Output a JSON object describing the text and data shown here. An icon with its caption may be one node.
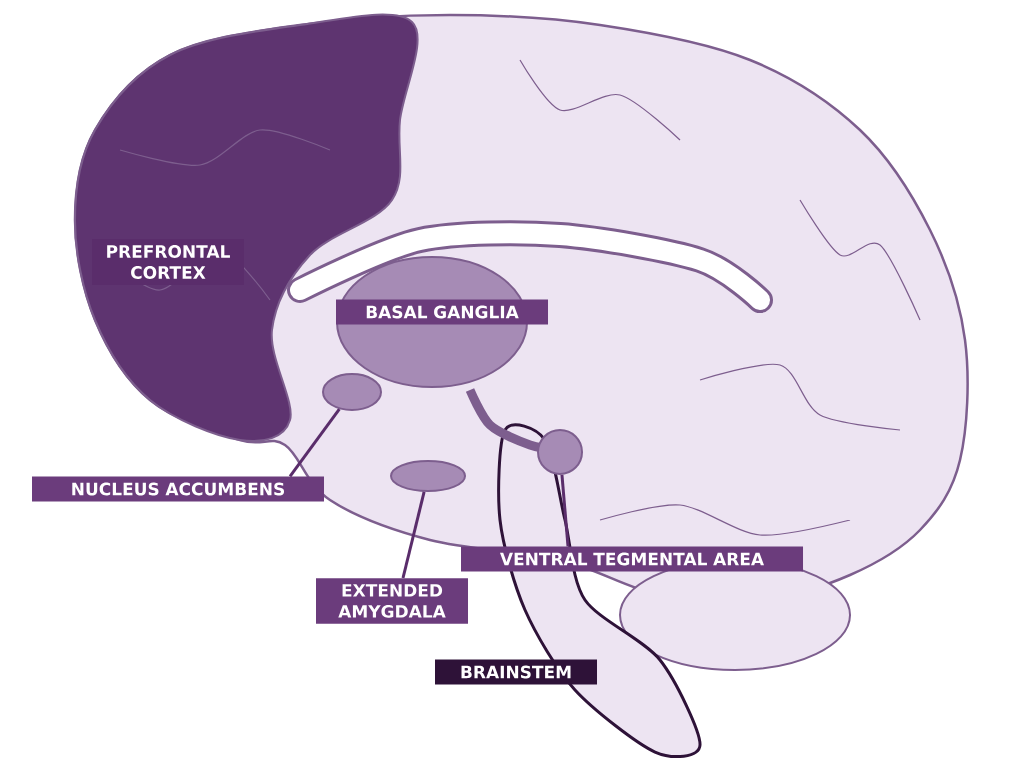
{
  "diagram": {
    "nodes": [
      {
        "text": [
          "PREFRONTAL CORTEX"
        ]
      },
      {
        "text": [
          "BASAL GANGLIA"
        ]
      },
      {
        "text": [
          "NUCLEUS ACCUMBENS"
        ]
      },
      {
        "text": [
          "EXTENDED AMYGDALA"
        ]
      },
      {
        "text": [
          "VENTRAL TEGMENTAL AREA"
        ]
      },
      {
        "text": [
          "BRAINSTEM"
        ]
      },
      {
        "text": [],
        "shape": "circle"
      },
      {
        "text": [],
        "shape": "circle"
      },
      {
        "text": [],
        "shape": "circle"
      }
    ],
    "edges": [
      {
        "from": 2,
        "to": 6,
        "arrow": "none"
      },
      {
        "from": 3,
        "to": 7,
        "arrow": "none"
      },
      {
        "from": 4,
        "to": 8,
        "arrow": "none"
      }
    ]
  }
}
